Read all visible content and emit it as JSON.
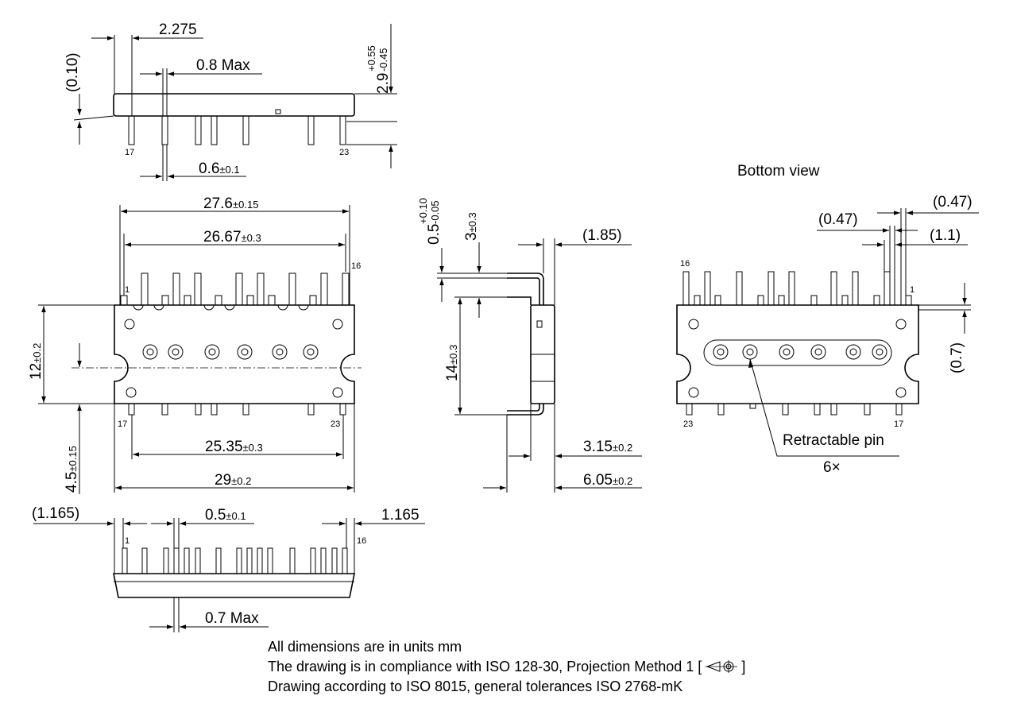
{
  "view_labels": {
    "bottom_view": "Bottom view"
  },
  "dimensions": {
    "top_width": "2.275",
    "top_pin_max": "0.8 Max",
    "top_ref_010": "(0.10)",
    "height_main": "2.9",
    "height_tol_upper": "+0.55",
    "height_tol_lower": "-0.45",
    "pin_width": "0.6",
    "pin_width_tol": "±0.1",
    "overall_length": "27.6",
    "overall_length_tol": "±0.15",
    "pin_span": "26.67",
    "pin_span_tol": "±0.3",
    "body_height": "12",
    "body_height_tol": "±0.2",
    "half_height": "4.5",
    "half_height_tol": "±0.15",
    "inner_span": "25.35",
    "inner_span_tol": "±0.3",
    "body_length": "29",
    "body_length_tol": "±0.2",
    "edge_left": "(1.165)",
    "edge_right": "1.165",
    "pin_thickness": "0.5",
    "pin_thickness_tol": "±0.1",
    "front_pin_max": "0.7 Max",
    "side_thk": "0.5",
    "side_thk_upper": "+0.10",
    "side_thk_lower": "-0.05",
    "side_bend": "3",
    "side_bend_tol": "±0.3",
    "side_lead": "(1.85)",
    "side_height": "14",
    "side_height_tol": "±0.3",
    "side_offset": "3.15",
    "side_offset_tol": "±0.2",
    "side_total": "6.05",
    "side_total_tol": "±0.2",
    "bv_047_a": "(0.47)",
    "bv_047_b": "(0.47)",
    "bv_11": "(1.1)",
    "bv_07": "(0.7)",
    "retractable": "Retractable pin",
    "count": "6×"
  },
  "pin_labels": {
    "p1": "1",
    "p16": "16",
    "p17": "17",
    "p23": "23"
  },
  "notes": [
    "All dimensions are in units mm",
    "The drawing is in compliance with ISO 128-30, Projection Method 1 [",
    "]",
    "Drawing according to ISO 8015, general tolerances ISO 2768-mK"
  ]
}
